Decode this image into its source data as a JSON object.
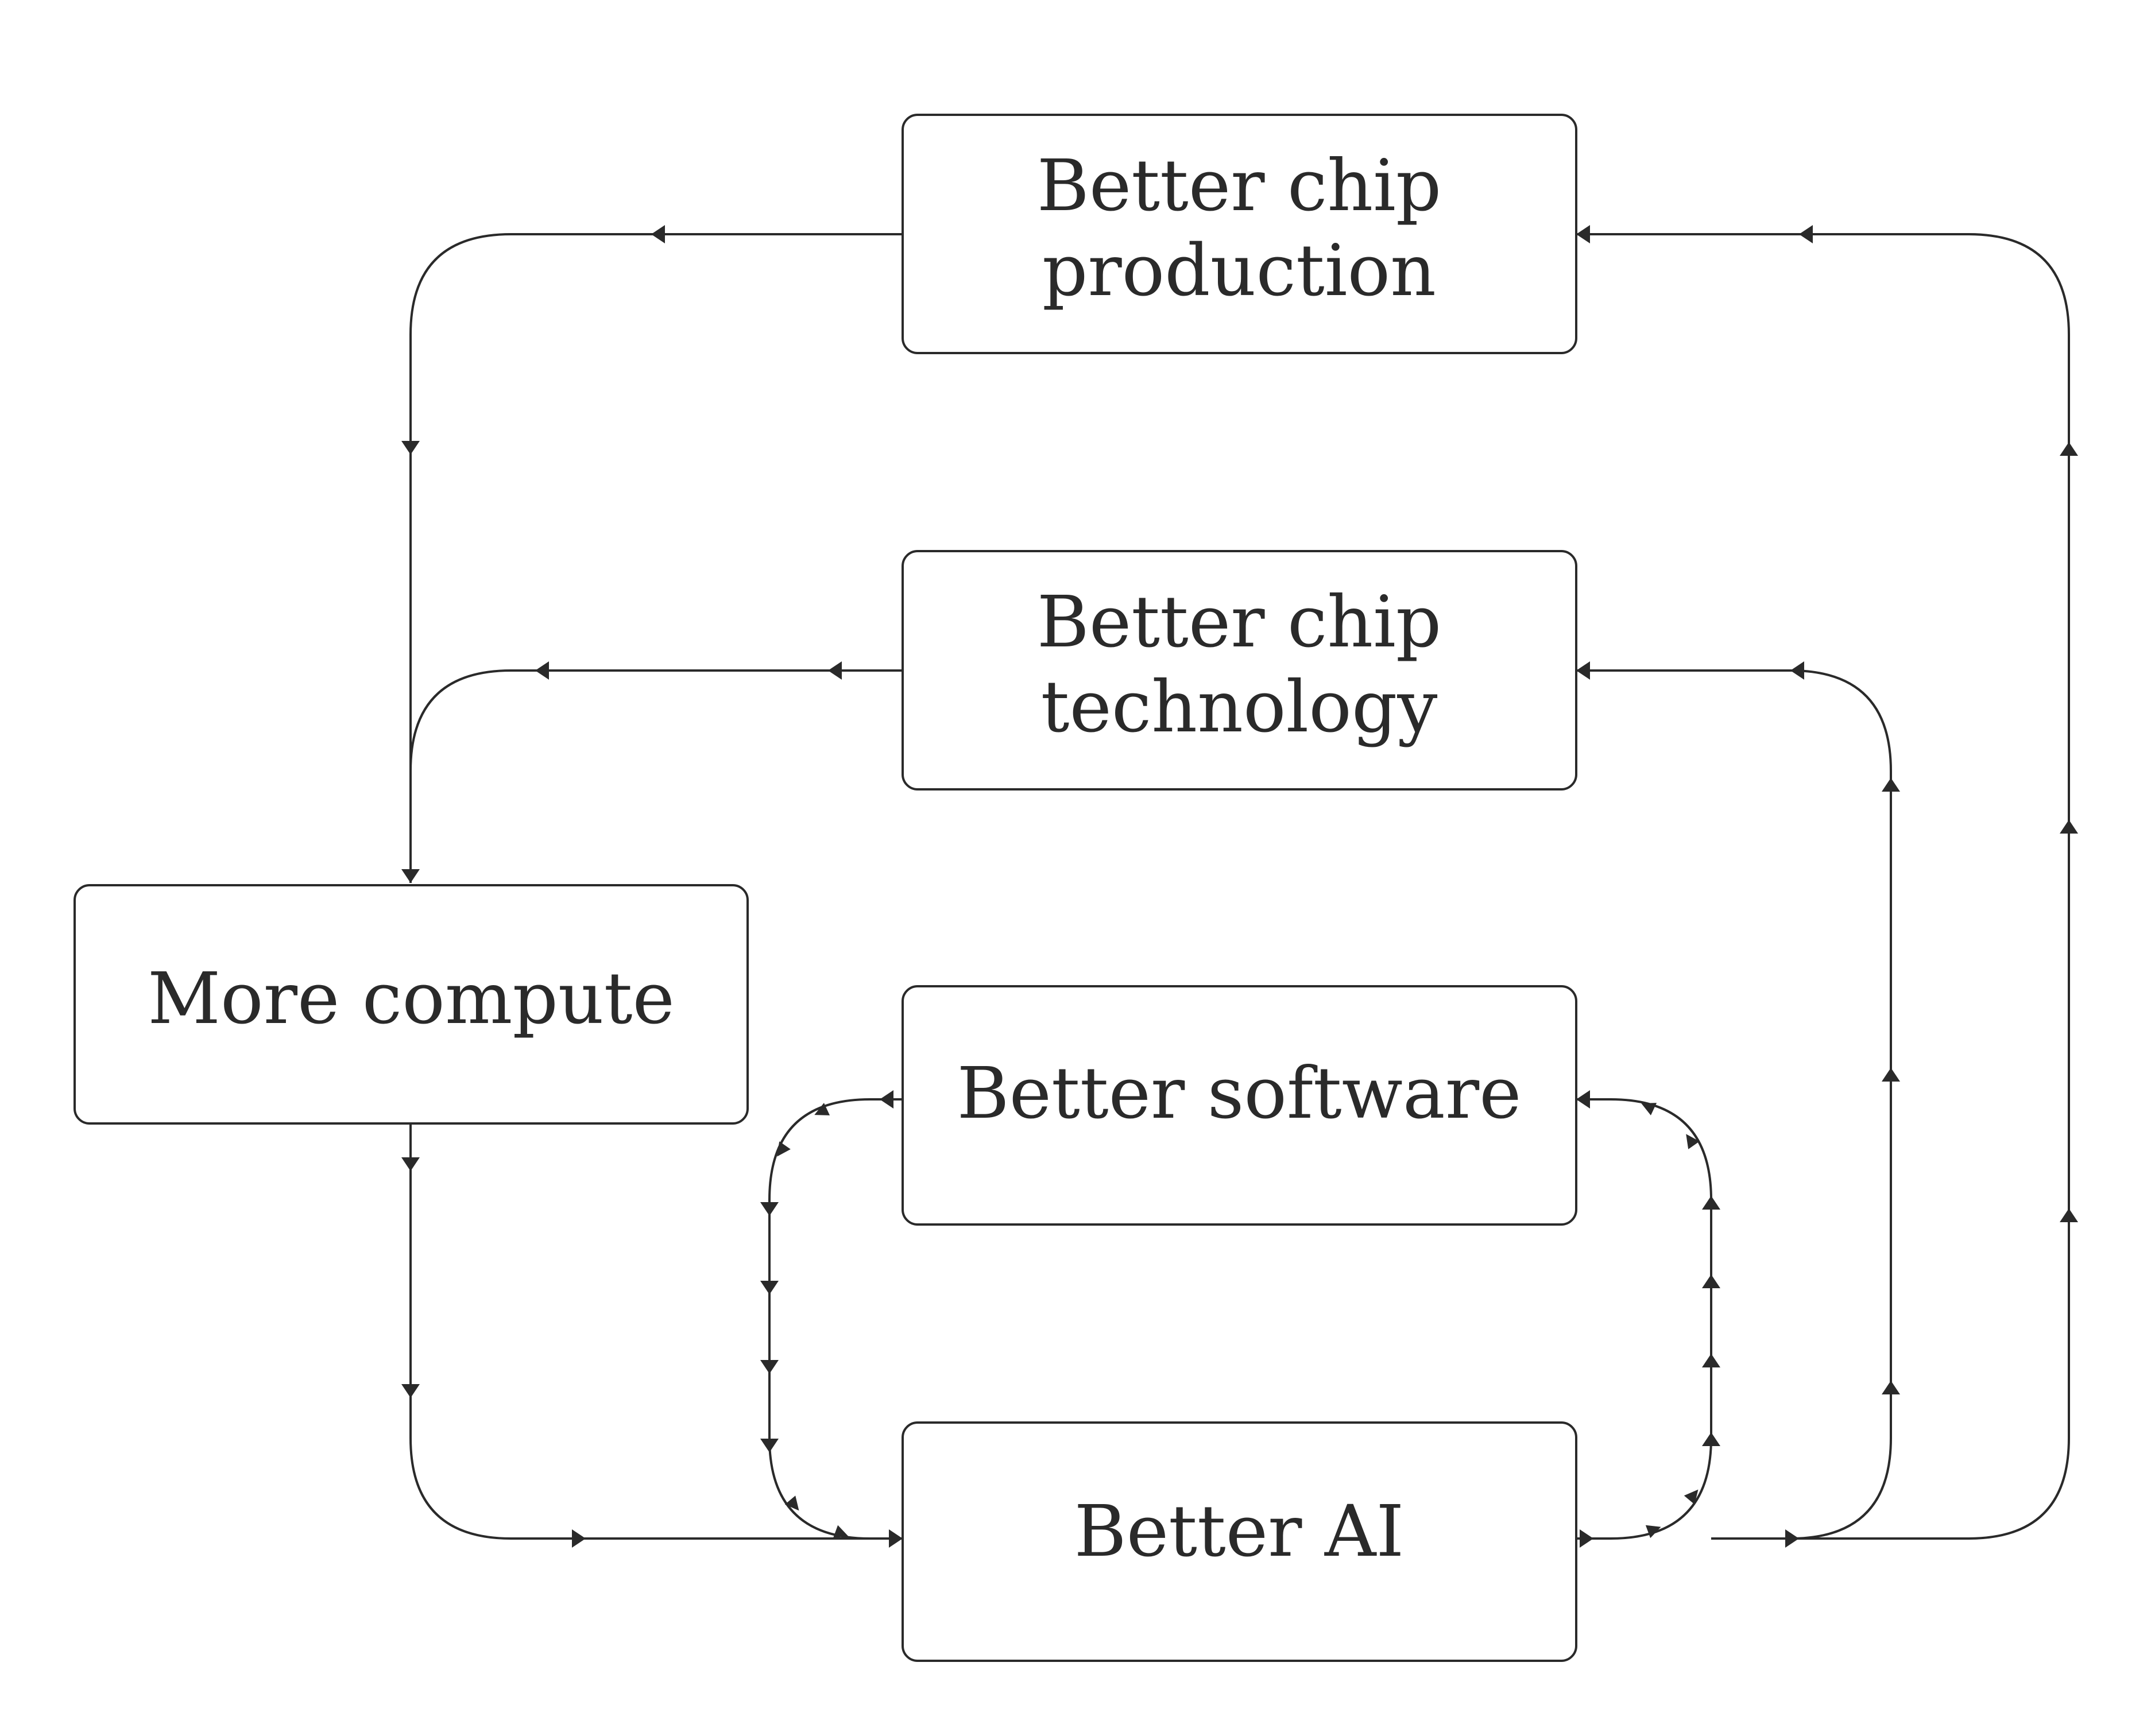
{
  "diagram": {
    "nodes": {
      "chip_production": {
        "lines": [
          "Better chip",
          "production"
        ]
      },
      "chip_technology": {
        "lines": [
          "Better chip",
          "technology"
        ]
      },
      "more_compute": {
        "lines": [
          "More compute"
        ]
      },
      "better_software": {
        "lines": [
          "Better software"
        ]
      },
      "better_ai": {
        "lines": [
          "Better AI"
        ]
      }
    },
    "edges": [
      {
        "from": "chip_production",
        "to": "more_compute"
      },
      {
        "from": "chip_technology",
        "to": "more_compute"
      },
      {
        "from": "more_compute",
        "to": "better_ai"
      },
      {
        "from": "better_ai",
        "to": "better_software"
      },
      {
        "from": "better_software",
        "to": "better_ai"
      },
      {
        "from": "better_ai",
        "to": "chip_technology"
      },
      {
        "from": "better_ai",
        "to": "chip_production"
      }
    ],
    "colors": {
      "stroke": "#2a2a2a",
      "background": "#ffffff"
    }
  }
}
